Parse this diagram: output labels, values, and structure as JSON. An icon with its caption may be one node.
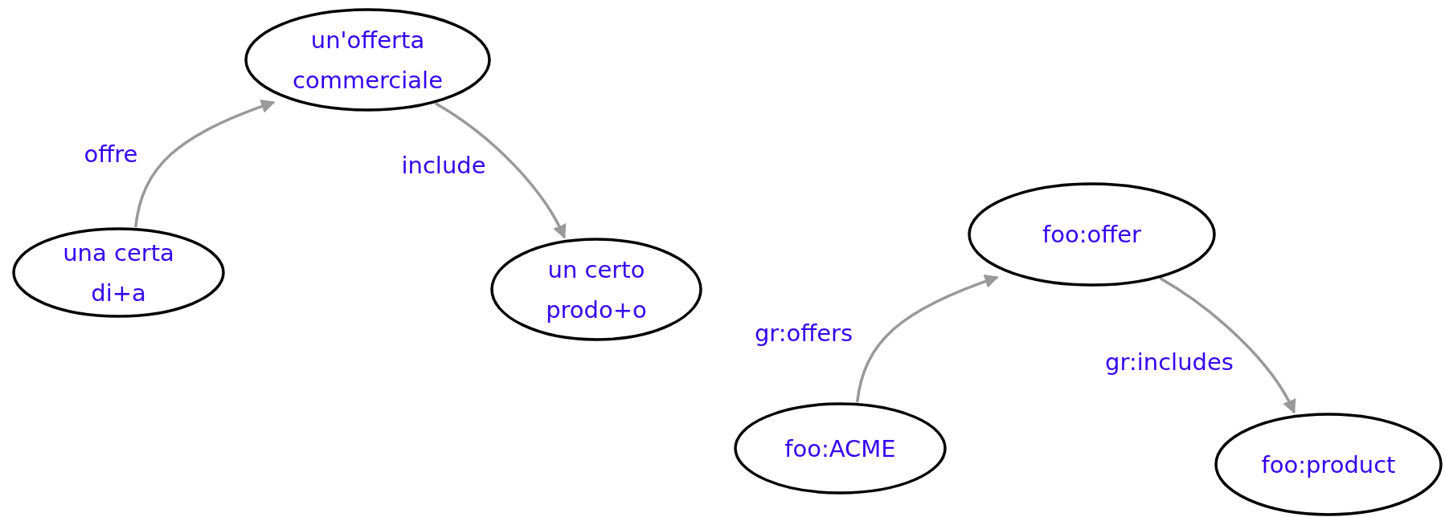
{
  "diagram": {
    "nodes": [
      {
        "text": [
          "un'offerta commerciale"
        ]
      },
      {
        "text": [
          "una certa di+a"
        ]
      },
      {
        "text": [
          "un certo prodo+o"
        ]
      },
      {
        "text": [
          "foo:offer"
        ]
      },
      {
        "text": [
          "foo:ACME"
        ]
      },
      {
        "text": [
          "foo:product"
        ]
      }
    ],
    "edges": [
      {
        "from": 1,
        "to": 0,
        "arrow": "to",
        "label": "offre"
      },
      {
        "from": 0,
        "to": 2,
        "arrow": "to",
        "label": "include"
      },
      {
        "from": 4,
        "to": 3,
        "arrow": "to",
        "label": "gr:offers"
      },
      {
        "from": 3,
        "to": 5,
        "arrow": "to",
        "label": "gr:includes"
      }
    ]
  }
}
